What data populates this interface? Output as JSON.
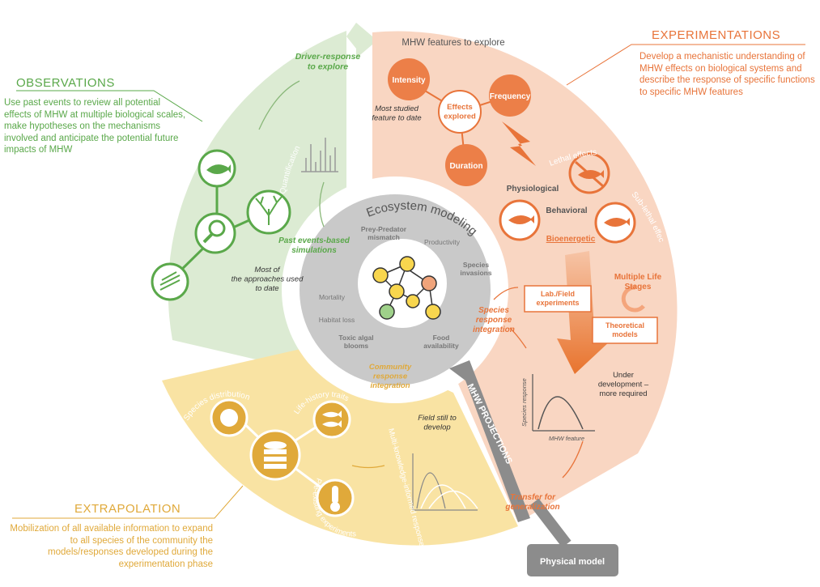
{
  "colors": {
    "observations": "#5aa84a",
    "experimentations": "#e8743a",
    "extrapolation": "#e0a93a",
    "green_fill": "#dcebd3",
    "orange_fill": "#f9d6c2",
    "yellow_fill": "#f9e3a3",
    "grey_fill": "#c9c9c9",
    "dark_grey": "#8c8c8c"
  },
  "observations": {
    "title": "OBSERVATIONS",
    "description": "Use past events to review all potential effects of MHW at multiple biological scales, make hypotheses on the mechanisms involved and anticipate the potential future impacts of MHW",
    "arrow_label": "Driver-response to explore",
    "quantification": "Quantification",
    "past_events": "Past events-based simulations",
    "most_approaches": "Most of the approaches used to date"
  },
  "experimentations": {
    "title": "EXPERIMENTATIONS",
    "description": "Develop a mechanistic understanding of MHW effects on biological systems and describe the response of specific functions to specific MHW features",
    "features_title": "MHW features to explore",
    "intensity": "Intensity",
    "frequency": "Frequency",
    "duration": "Duration",
    "effects_explored": "Effects explored",
    "most_studied": "Most studied feature to date",
    "lethal": "Lethal effects",
    "sublethal": "Sub-lethal effects",
    "physiological": "Physiological",
    "behavioral": "Behavioral",
    "bioenergetic": "Bioenergetic",
    "life_stages": "Multiple Life Stages",
    "lab_field": "Lab./Field experiments",
    "theoretical": "Theoretical models",
    "under_dev": "Under development – more required",
    "species_resp_int": "Species response integration",
    "species_response_axis": "Species response",
    "mhw_feature_axis": "MHW feature",
    "transfer": "Transfer for generalization"
  },
  "ecosystem": {
    "title": "Ecosystem modeling",
    "prey_predator": "Prey-Predator mismatch",
    "productivity": "Productivity",
    "species_invasions": "Species invasions",
    "mortality": "Mortality",
    "habitat_loss": "Habitat loss",
    "toxic_algal": "Toxic algal blooms",
    "food_availability": "Food availability"
  },
  "projections": {
    "label": "MHW PROJECTIONS",
    "physical_model": "Physical model"
  },
  "extrapolation": {
    "title": "EXTRAPOLATION",
    "description": "Mobilization of all available information to expand to all species of the community the models/responses developed during the experimentation phase",
    "species_distribution": "Species distribution",
    "life_history": "Life-history traits",
    "pre_existing": "Pre-existing experiments",
    "community_resp": "Community response integration",
    "field_still": "Field still to develop",
    "multi_knowledge": "Multi-knowledge-informed responses"
  }
}
